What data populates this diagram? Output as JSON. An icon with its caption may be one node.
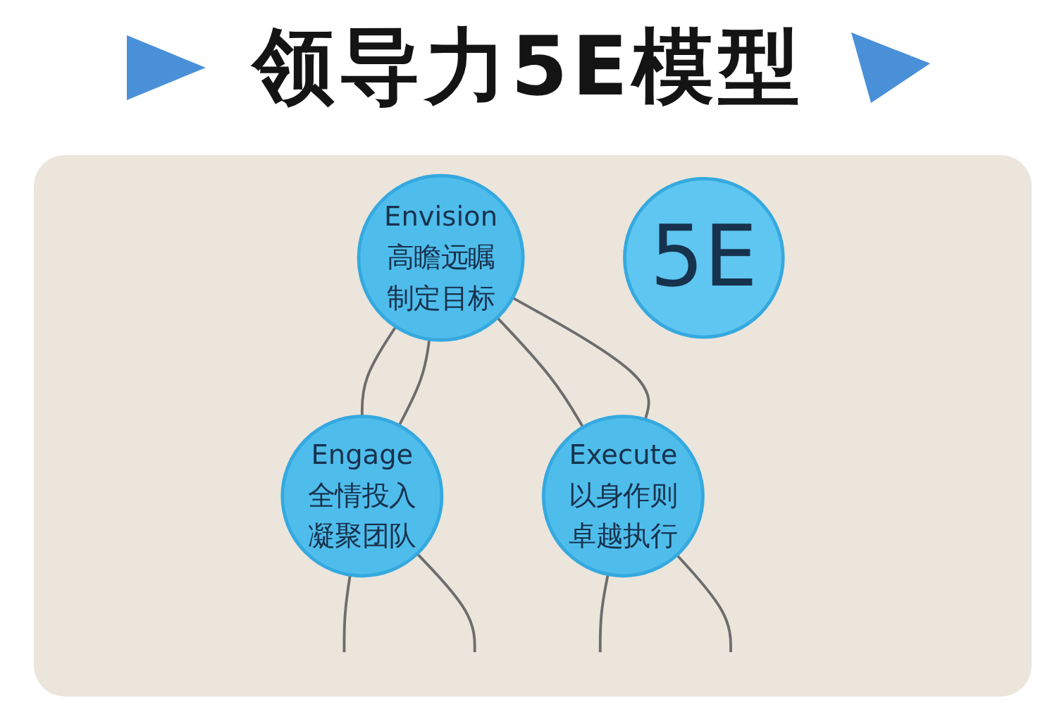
{
  "diagram": {
    "title": "领导力5E模型",
    "nodes": [
      {
        "text": [
          "Envision",
          "高瞻远瞩",
          "制定目标"
        ]
      },
      {
        "text": [
          "Engage",
          "全情投入",
          "凝聚团队"
        ]
      },
      {
        "text": [
          "Execute",
          "以身作则",
          "卓越执行"
        ]
      },
      {
        "text": [
          "5E"
        ]
      }
    ],
    "edges": [
      {
        "from": 0,
        "to": 1,
        "arrow": "none"
      },
      {
        "from": 0,
        "to": 1,
        "arrow": "none"
      },
      {
        "from": 0,
        "to": 2,
        "arrow": "none"
      },
      {
        "from": 0,
        "to": 2,
        "arrow": "none"
      },
      {
        "from": 1,
        "to": null,
        "arrow": "none"
      },
      {
        "from": 1,
        "to": null,
        "arrow": "none"
      },
      {
        "from": 2,
        "to": null,
        "arrow": "none"
      },
      {
        "from": 2,
        "to": null,
        "arrow": "none"
      }
    ]
  }
}
